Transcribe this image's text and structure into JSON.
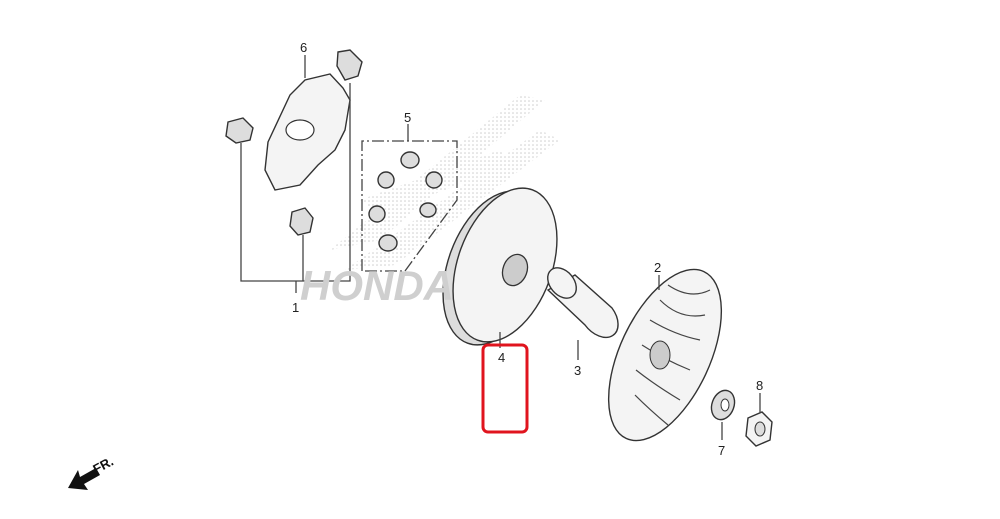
{
  "diagram": {
    "watermark": "HONDA",
    "direction_marker": "FR.",
    "highlight_color": "#e0141e",
    "highlighted_part": "4",
    "parts": [
      {
        "number": "1"
      },
      {
        "number": "2"
      },
      {
        "number": "3"
      },
      {
        "number": "4"
      },
      {
        "number": "5"
      },
      {
        "number": "6"
      },
      {
        "number": "7"
      },
      {
        "number": "8"
      }
    ]
  }
}
